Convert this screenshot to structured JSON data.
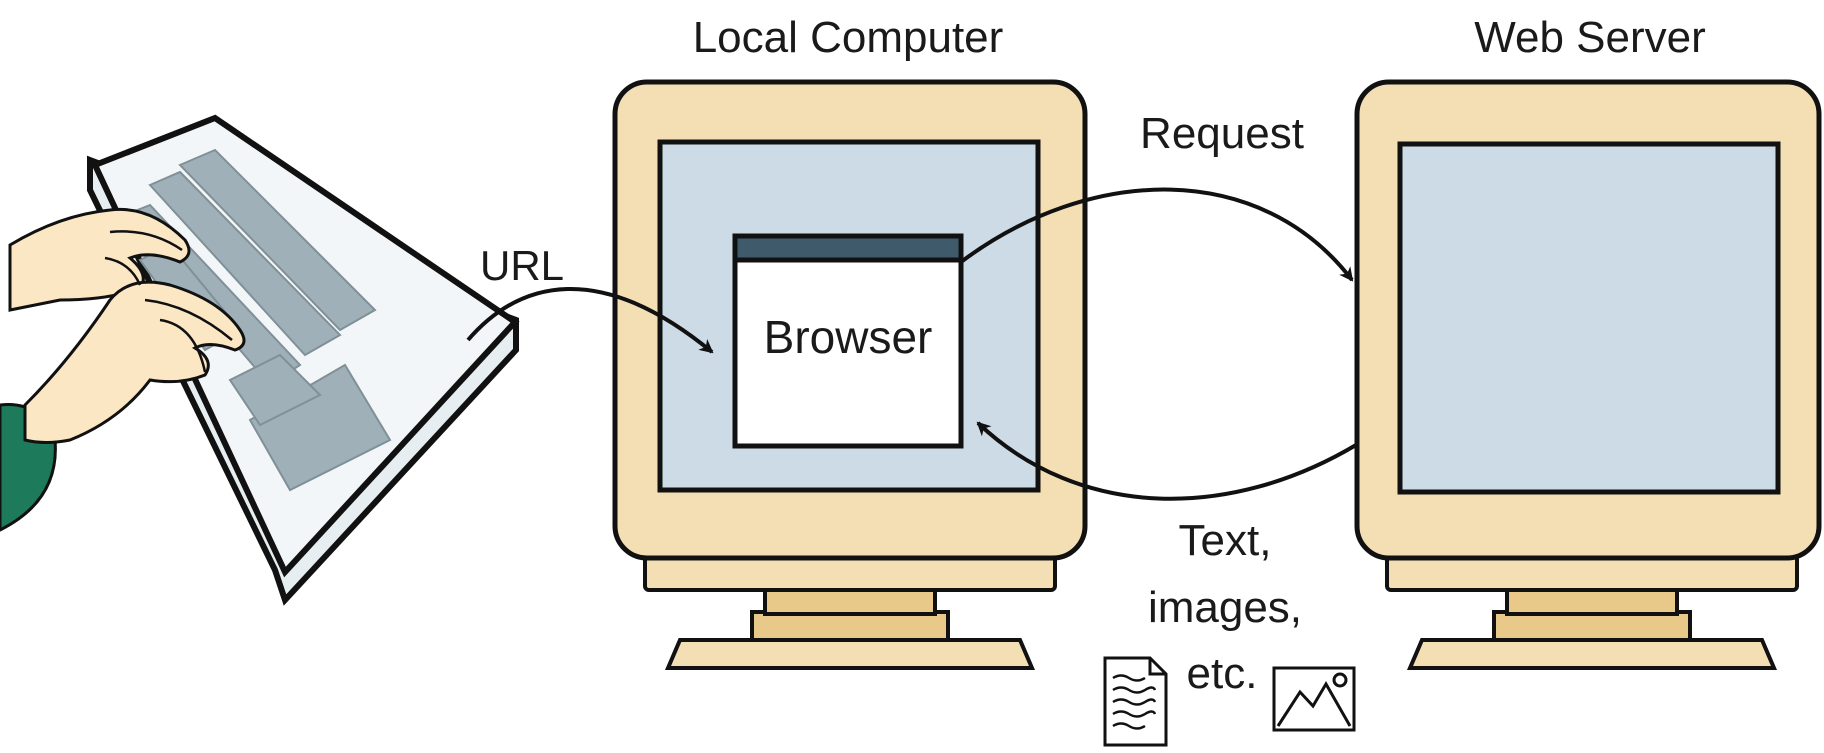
{
  "labels": {
    "local_computer": "Local Computer",
    "web_server": "Web Server",
    "url": "URL",
    "request": "Request",
    "browser": "Browser",
    "response_line1": "Text,",
    "response_line2": "images,",
    "response_line3": "etc."
  },
  "colors": {
    "monitor_casing": "#f4dfb4",
    "screen": "#cddbe7",
    "monitor_base_dark": "#e8c98a",
    "browser_titlebar": "#3f5a6b",
    "keyboard_keys": "#9fb0b8",
    "skin": "#fbe7c4",
    "sleeve": "#1d7a5a"
  },
  "icons": [
    "document-icon",
    "image-icon"
  ]
}
